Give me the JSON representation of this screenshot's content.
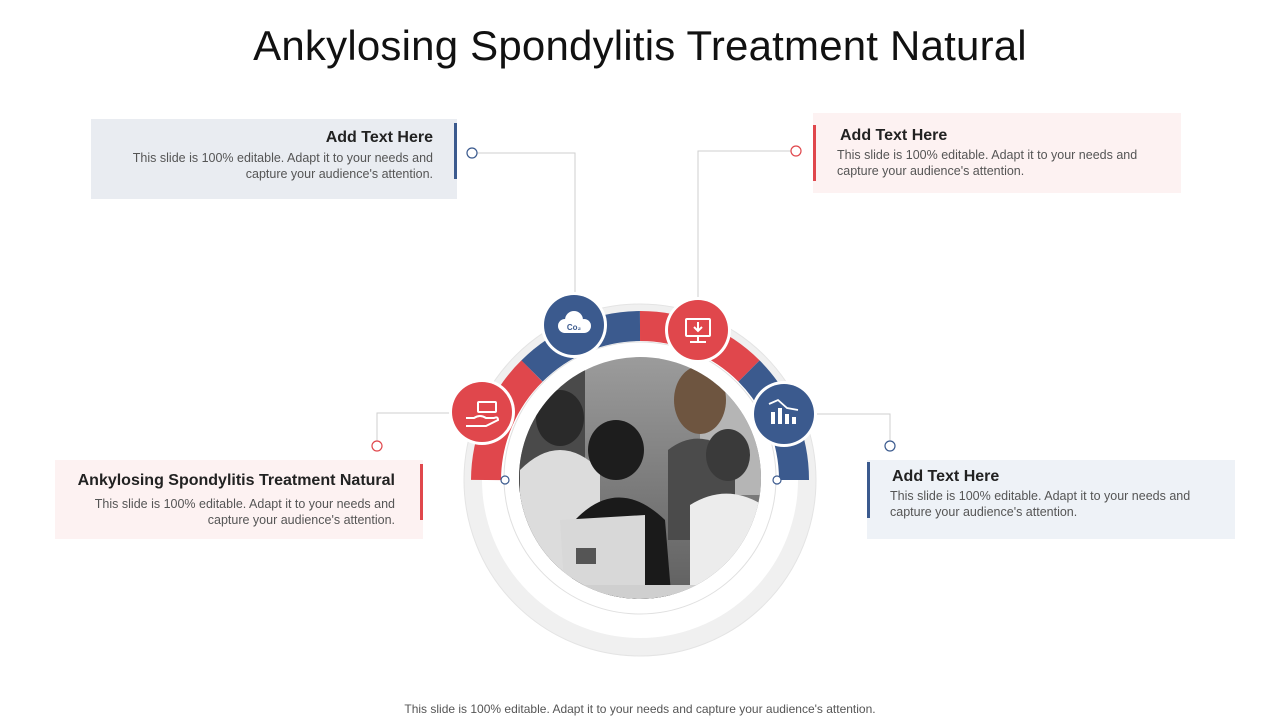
{
  "title": "Ankylosing Spondylitis Treatment Natural",
  "footer": "This slide is 100% editable. Adapt it to your needs and capture your audience's attention.",
  "colors": {
    "blue": "#3b5a8e",
    "red": "#e0474c",
    "gray_ring": "#f0f0f0"
  },
  "boxes": [
    {
      "id": "top-left",
      "heading": "Add Text Here",
      "text": "This slide is 100% editable. Adapt it to your needs and capture your audience's attention.",
      "icon": "co2-cloud-icon",
      "accent": "blue"
    },
    {
      "id": "top-right",
      "heading": "Add Text Here",
      "text": "This slide is 100% editable. Adapt it to your needs and capture your audience's attention.",
      "icon": "monitor-download-icon",
      "accent": "red"
    },
    {
      "id": "bottom-left",
      "heading": "Ankylosing Spondylitis Treatment Natural",
      "text": "This slide is 100% editable. Adapt it to your needs and capture your audience's attention.",
      "icon": "hand-money-icon",
      "accent": "red"
    },
    {
      "id": "bottom-right",
      "heading": "Add Text Here",
      "text": "This slide is 100% editable. Adapt it to your needs and capture your audience's attention.",
      "icon": "bar-chart-decline-icon",
      "accent": "blue"
    }
  ],
  "center_image": "team-at-laptop-photo"
}
